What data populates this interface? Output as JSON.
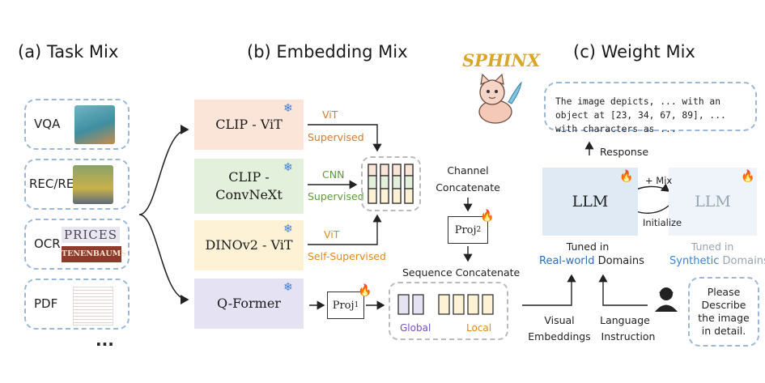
{
  "titles": {
    "task_mix": "(a) Task Mix",
    "embedding_mix": "(b) Embedding Mix",
    "weight_mix": "(c) Weight Mix",
    "logo": "SPHINX"
  },
  "tasks": {
    "vqa": "VQA",
    "rec": "REC/REG",
    "ocr": "OCR",
    "pdf": "PDF",
    "more": "...",
    "ocr_text1": "PRICES",
    "ocr_text2": "TENENBAUMS"
  },
  "encoders": {
    "clip_vit": "CLIP - ViT",
    "clip_conv_line1": "CLIP -",
    "clip_conv_line2": "ConvNeXt",
    "dino": "DINOv2 - ViT",
    "qformer": "Q-Former"
  },
  "labels": {
    "vit1": "ViT",
    "supervised1": "Supervised",
    "cnn": "CNN",
    "supervised2": "Supervised",
    "vit2": "ViT",
    "self_supervised": "Self-Supervised",
    "channel_line1": "Channel",
    "channel_line2": "Concatenate",
    "proj": "Proj",
    "proj2_sub": "2",
    "proj1_sub": "1",
    "sequence_concat": "Sequence Concatenate",
    "global": "Global",
    "local": "Local",
    "visual_line1": "Visual",
    "visual_line2": "Embeddings",
    "language_line1": "Language",
    "language_line2": "Instruction",
    "response_text": "The image depicts, ... with an object at [23, 34, 67, 89], ... with characters as ...",
    "response": "Response",
    "llm": "LLM",
    "llm_synthetic": "LLM",
    "mix": "+ Mix",
    "initialize": "Initialize",
    "tuned_in": "Tuned in",
    "real_world": "Real-world",
    "domains": "Domains",
    "tuned_in2": "Tuned in",
    "synthetic": "Synthetic",
    "domains2": "Domains",
    "user_prompt": "Please Describe the image in detail."
  },
  "colors": {
    "clip_vit_bg": "#fbe4d8",
    "clip_conv_bg": "#e2f0dc",
    "dino_bg": "#fdf2d6",
    "qformer_bg": "#e4e2f3",
    "llm_bg": "#dfeaf5",
    "llm_synth_bg": "#eef4fa",
    "vit_orange": "#d9782e",
    "cnn_green": "#5c9a3c",
    "self_sup_orange": "#e08a1c",
    "global_purple": "#7a4fbf",
    "local_orange": "#e08a1c",
    "real_world_blue": "#2e6fb8",
    "synthetic_blue": "#3e82c9",
    "logo_gold": "#d9a52a"
  }
}
